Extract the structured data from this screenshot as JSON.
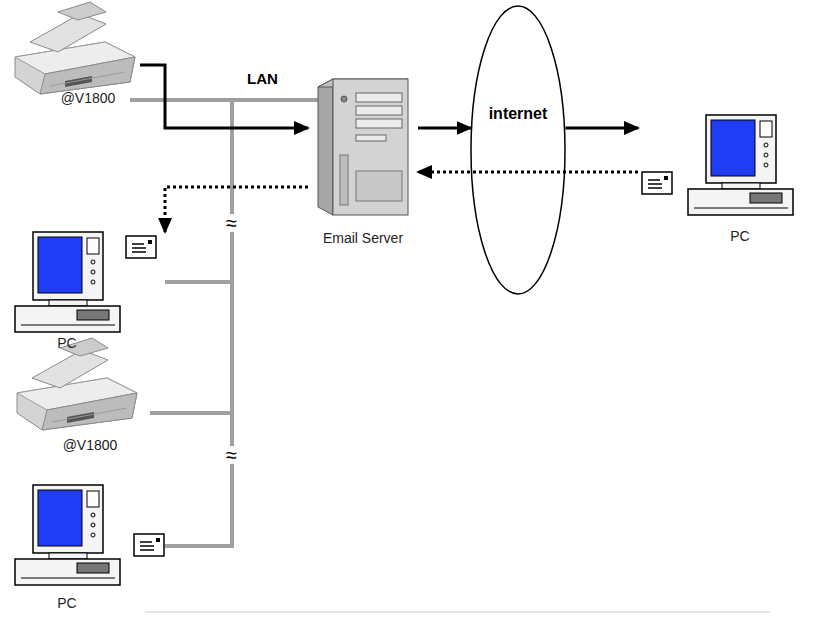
{
  "diagram": {
    "nodes": [
      {
        "text": [
          "@V1800"
        ]
      },
      {
        "text": [
          "Email Server"
        ]
      },
      {
        "text": [
          "internet"
        ]
      },
      {
        "text": [
          "PC"
        ]
      },
      {
        "text": [
          "PC"
        ]
      },
      {
        "text": [
          "@V1800"
        ]
      },
      {
        "text": [
          "PC"
        ]
      }
    ],
    "edges": [
      {
        "from": 0,
        "to": 1,
        "arrow": "to"
      },
      {
        "from": 1,
        "to": 2,
        "arrow": "to"
      },
      {
        "from": 2,
        "to": 3,
        "arrow": "to"
      },
      {
        "from": 3,
        "to": 1,
        "arrow": "to"
      },
      {
        "from": 1,
        "to": 4,
        "arrow": "to"
      }
    ],
    "labels": [
      "LAN",
      "≈",
      "≈"
    ]
  }
}
